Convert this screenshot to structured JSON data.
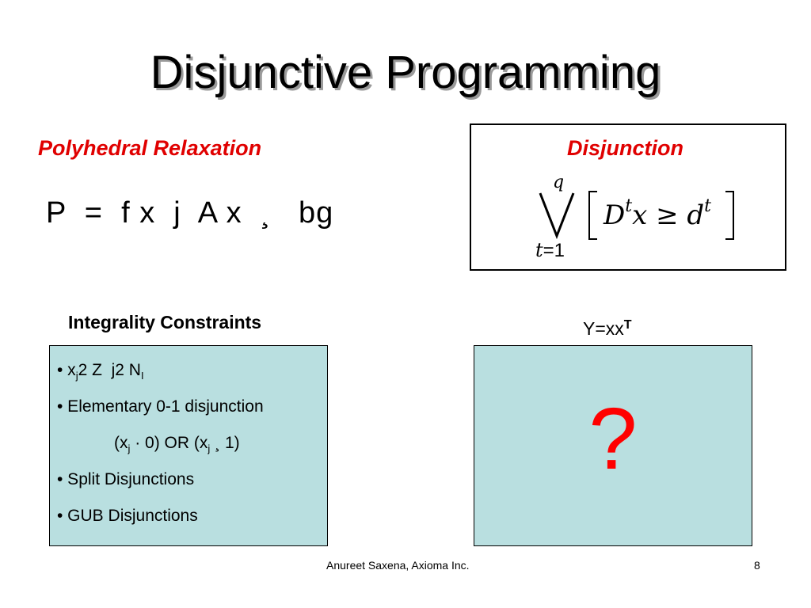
{
  "slide": {
    "title": "Disjunctive Programming",
    "polyhedral": {
      "heading": "Polyhedral Relaxation",
      "formula": "P  =  f x  j  A x  ¸   bg"
    },
    "disjunction": {
      "heading": "Disjunction",
      "upper_index": "q",
      "lower_index_var": "t",
      "lower_index_eq": "=1",
      "expr_D": "D",
      "expr_t1": "t",
      "expr_mid": "x ≥ d",
      "expr_t2": "t"
    },
    "integrality": {
      "heading": "Integrality Constraints",
      "bullets": [
        {
          "prefix": "• x",
          "sub": "j",
          "rest": "2 Z  j2 N",
          "sub2": "I"
        },
        {
          "text": "• Elementary 0-1 disjunction"
        },
        {
          "p1": "(x",
          "sub": "j",
          "p2": " · 0) OR (x",
          "sub2": "j",
          "p3": " ¸ 1)"
        },
        {
          "text": "• Split Disjunctions"
        },
        {
          "text": "• GUB Disjunctions"
        }
      ]
    },
    "y_label": {
      "text": "Y=xx",
      "sup": "T"
    },
    "question_mark": "?",
    "footer": "Anureet Saxena, Axioma Inc.",
    "page_number": "8"
  },
  "colors": {
    "accent_red": "#e00000",
    "panel_fill": "#b9dfe0",
    "question_red": "#ff0000"
  }
}
